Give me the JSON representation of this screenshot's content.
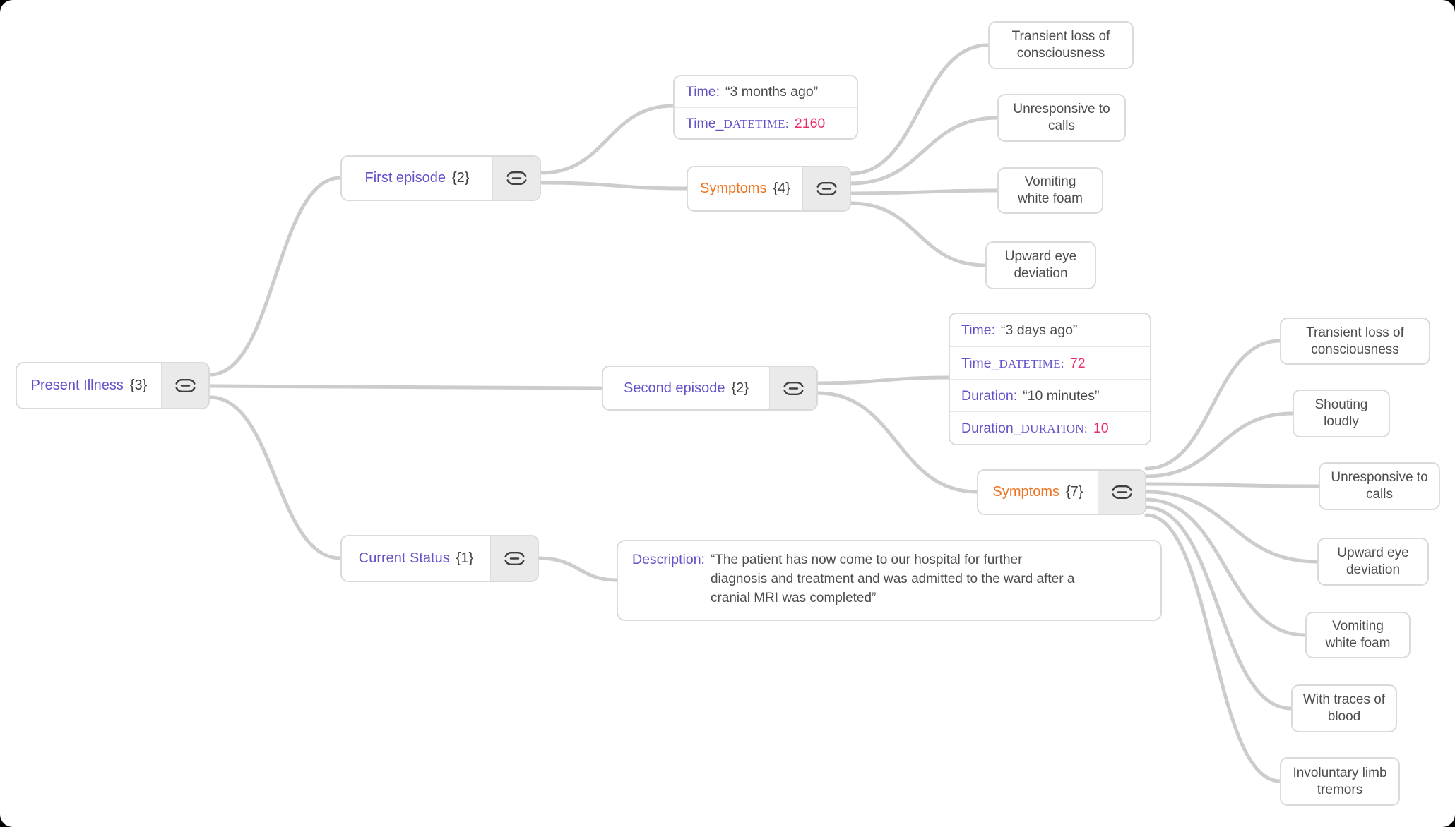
{
  "palette": {
    "purple": "#6152C9",
    "orange": "#EE721F",
    "pink": "#EC2E69",
    "text_dark": "#4A4A4A",
    "node_border": "#DADADA",
    "icon_section_bg": "#EAEAEA",
    "connector": "#CCCCCC"
  },
  "icons": {
    "link": {
      "name": "link-icon",
      "shape": "capsule-with-center-dash"
    }
  },
  "nodes": {
    "root": {
      "label": "Present Illness",
      "count": "{3}"
    },
    "first_episode": {
      "label": "First episode",
      "count": "{2}",
      "time_card": {
        "rows": [
          {
            "label": "Time:",
            "value": "“3 months ago”"
          },
          {
            "label": "Time_",
            "label_caps": "DATETIME:",
            "value": "2160"
          }
        ]
      },
      "symptoms": {
        "label": "Symptoms",
        "count": "{4}",
        "items": [
          {
            "label": "Transient loss of consciousness"
          },
          {
            "label": "Unresponsive to calls"
          },
          {
            "label": "Vomiting white foam"
          },
          {
            "label": "Upward eye deviation"
          }
        ]
      }
    },
    "second_episode": {
      "label": "Second episode",
      "count": "{2}",
      "time_card": {
        "rows": [
          {
            "label": "Time:",
            "value": "“3 days ago”"
          },
          {
            "label": "Time_",
            "label_caps": "DATETIME:",
            "value": "72"
          },
          {
            "label": "Duration:",
            "value": "“10 minutes”"
          },
          {
            "label": "Duration_",
            "label_caps": "DURATION:",
            "value": "10"
          }
        ]
      },
      "symptoms": {
        "label": "Symptoms",
        "count": "{7}",
        "items": [
          {
            "label": "Transient loss of consciousness"
          },
          {
            "label": "Shouting loudly"
          },
          {
            "label": "Unresponsive to calls"
          },
          {
            "label": "Upward eye deviation"
          },
          {
            "label": "Vomiting white foam"
          },
          {
            "label": "With traces of blood"
          },
          {
            "label": "Involuntary limb tremors"
          }
        ]
      }
    },
    "current_status": {
      "label": "Current Status",
      "count": "{1}",
      "description_card": {
        "label": "Description:",
        "value": "“The patient has now come to our hospital for further diagnosis and treatment and was admitted to the ward after a cranial MRI was completed”"
      }
    }
  }
}
